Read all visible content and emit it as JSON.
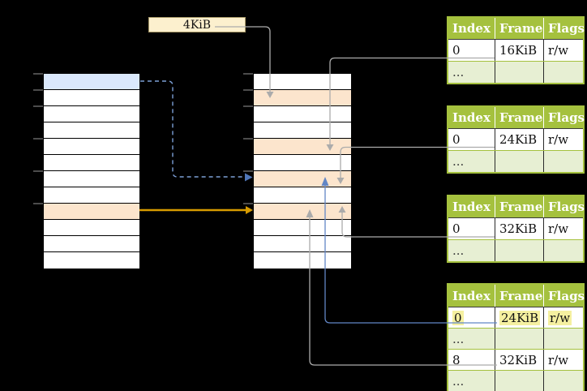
{
  "page_size_box": {
    "label": "4KiB"
  },
  "virtual_memory": {
    "rows": [
      "blue",
      "white",
      "white",
      "white",
      "white",
      "white",
      "white",
      "white",
      "orange",
      "white",
      "white",
      "white"
    ],
    "tick_count": 6
  },
  "physical_memory": {
    "rows": [
      "white",
      "orange",
      "white",
      "white",
      "orange",
      "white",
      "orange",
      "white",
      "orange",
      "white",
      "white",
      "white"
    ],
    "tick_count": 6
  },
  "page_tables": [
    {
      "columns": [
        "Index",
        "Frame",
        "Flags"
      ],
      "rows": [
        {
          "cells": [
            "0",
            "16KiB",
            "r/w"
          ],
          "variant": "white",
          "highlight": false
        },
        {
          "cells": [
            "...",
            "",
            ""
          ],
          "variant": "green",
          "highlight": false
        }
      ]
    },
    {
      "columns": [
        "Index",
        "Frame",
        "Flags"
      ],
      "rows": [
        {
          "cells": [
            "0",
            "24KiB",
            "r/w"
          ],
          "variant": "white",
          "highlight": false
        },
        {
          "cells": [
            "...",
            "",
            ""
          ],
          "variant": "green",
          "highlight": false
        }
      ]
    },
    {
      "columns": [
        "Index",
        "Frame",
        "Flags"
      ],
      "rows": [
        {
          "cells": [
            "0",
            "32KiB",
            "r/w"
          ],
          "variant": "white",
          "highlight": false
        },
        {
          "cells": [
            "...",
            "",
            ""
          ],
          "variant": "green",
          "highlight": false
        }
      ]
    },
    {
      "columns": [
        "Index",
        "Frame",
        "Flags"
      ],
      "rows": [
        {
          "cells": [
            "0",
            "24KiB",
            "r/w"
          ],
          "variant": "white",
          "highlight": true
        },
        {
          "cells": [
            "...",
            "",
            ""
          ],
          "variant": "green",
          "highlight": false
        },
        {
          "cells": [
            "8",
            "32KiB",
            "r/w"
          ],
          "variant": "white",
          "highlight": false
        },
        {
          "cells": [
            "...",
            "",
            ""
          ],
          "variant": "green",
          "highlight": false
        }
      ]
    }
  ],
  "colors": {
    "header_green": "#A5C13E",
    "light_green_row": "#E7EFD3",
    "orange_fill": "#FCE5CD",
    "blue_fill": "#DAE8FC",
    "cream_fill": "#FCF0CE",
    "highlight_yellow": "#F5F0A0",
    "arrow_gray": "#ABABAB",
    "arrow_blue": "#6286C5",
    "arrow_blue_dashed": "#7C9FD6",
    "arrow_orange": "#D79B00"
  }
}
